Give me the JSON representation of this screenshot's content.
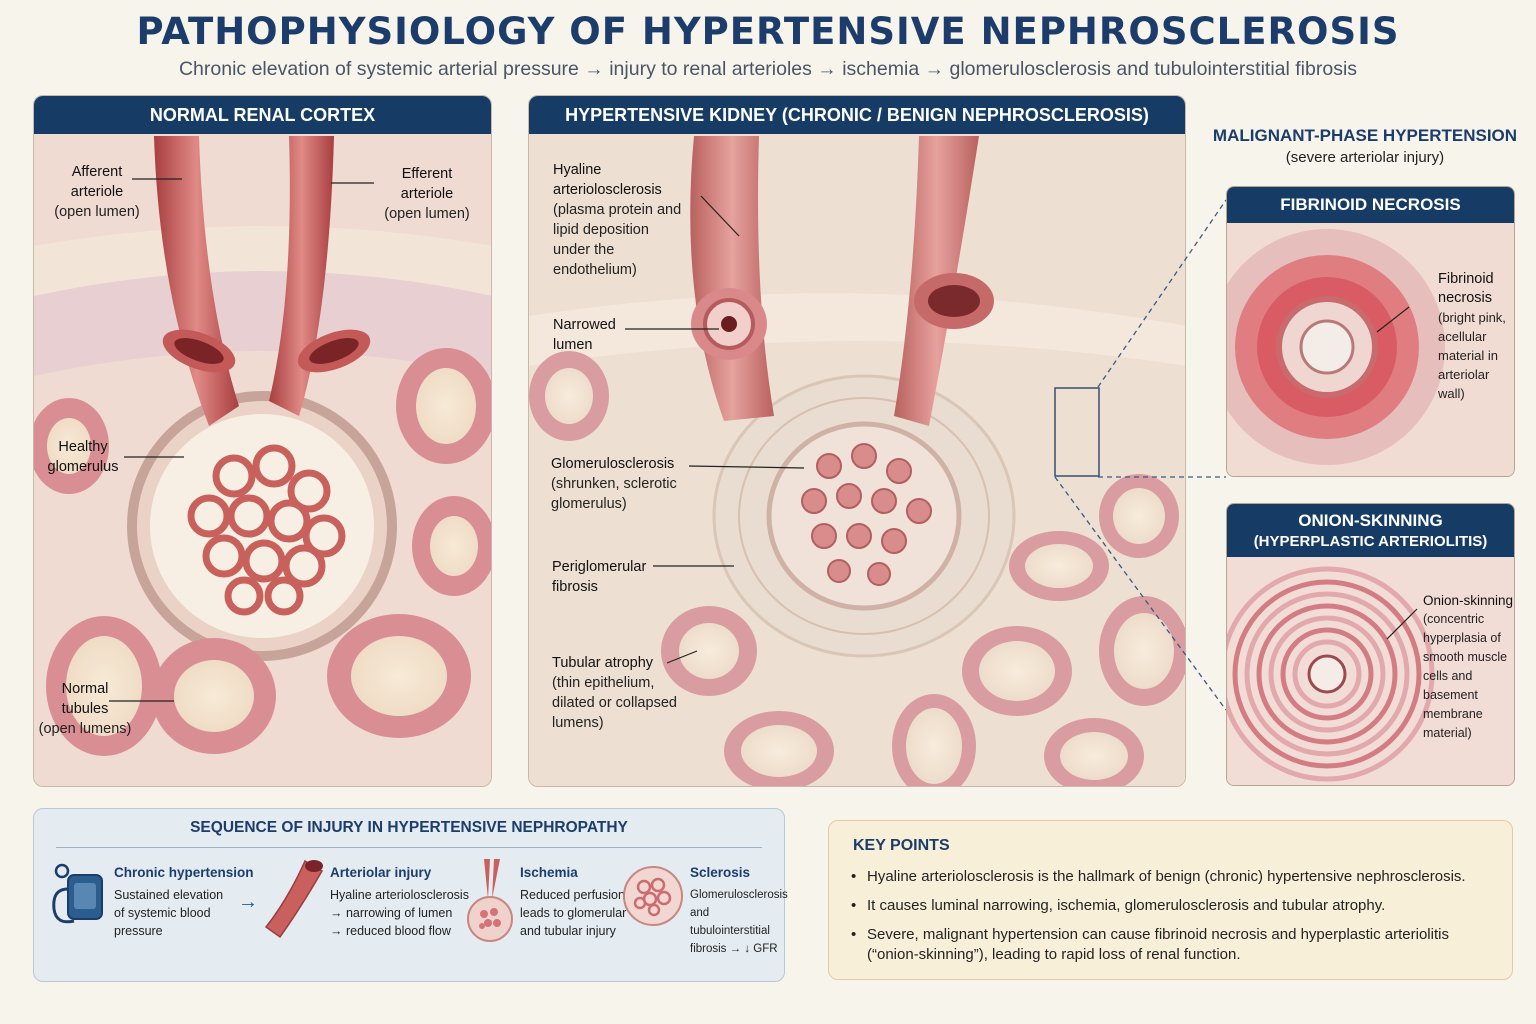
{
  "header": {
    "title": "PATHOPHYSIOLOGY OF HYPERTENSIVE NEPHROSCLEROSIS",
    "subtitle": "Chronic elevation of systemic arterial pressure → injury to renal arterioles → ischemia → glomerulosclerosis and tubulointerstitial fibrosis"
  },
  "normal_panel": {
    "title": "NORMAL RENAL CORTEX",
    "labels": {
      "afferent": [
        "Afferent",
        "arteriole",
        "(open lumen)"
      ],
      "efferent": [
        "Efferent",
        "arteriole",
        "(open lumen)"
      ],
      "glomerulus": [
        "Healthy",
        "glomerulus"
      ],
      "tubules": [
        "Normal",
        "tubules",
        "(open lumens)"
      ]
    }
  },
  "hypertensive_panel": {
    "title": "HYPERTENSIVE KIDNEY (CHRONIC / BENIGN NEPHROSCLEROSIS)",
    "labels": {
      "hyaline": [
        "Hyaline",
        "arteriolosclerosis",
        "(plasma protein and",
        "lipid deposition",
        "under the",
        "endothelium)"
      ],
      "narrowed": [
        "Narrowed",
        "lumen"
      ],
      "glomerulosclerosis": [
        "Glomerulosclerosis",
        "(shrunken, sclerotic",
        "glomerulus)"
      ],
      "periglomerular": [
        "Periglomerular",
        "fibrosis"
      ],
      "tubular": [
        "Tubular atrophy",
        "(thin epithelium,",
        "dilated or collapsed",
        "lumens)"
      ]
    }
  },
  "malignant": {
    "title": "MALIGNANT-PHASE HYPERTENSION",
    "subtitle": "(severe arteriolar injury)",
    "fibrinoid": {
      "title": "FIBRINOID NECROSIS",
      "label": [
        "Fibrinoid",
        "necrosis",
        "(bright pink,",
        "acellular",
        "material in",
        "arteriolar wall)"
      ]
    },
    "onion": {
      "title": "ONION-SKINNING",
      "title2": "(HYPERPLASTIC ARTERIOLITIS)",
      "label": [
        "Onion-skinning",
        "(concentric",
        "hyperplasia of",
        "smooth muscle",
        "cells and",
        "basement",
        "membrane",
        "material)"
      ]
    }
  },
  "sequence": {
    "title": "SEQUENCE OF INJURY IN HYPERTENSIVE NEPHROPATHY",
    "arrow": "→",
    "steps": [
      {
        "title": "Chronic hypertension",
        "desc": [
          "Sustained elevation",
          "of systemic blood",
          "pressure"
        ]
      },
      {
        "title": "Arteriolar injury",
        "desc": [
          "Hyaline arteriolosclerosis",
          "→ narrowing of lumen",
          "→ reduced blood flow"
        ]
      },
      {
        "title": "Ischemia",
        "desc": [
          "Reduced perfusion",
          "leads to glomerular",
          "and tubular injury"
        ]
      },
      {
        "title": "Sclerosis",
        "desc": [
          "Glomerulosclerosis",
          "and tubulointerstitial",
          "fibrosis → ↓ GFR"
        ]
      }
    ]
  },
  "key_points": {
    "title": "KEY POINTS",
    "items": [
      "Hyaline arteriolosclerosis is the hallmark of benign (chronic) hypertensive nephrosclerosis.",
      "It causes luminal narrowing, ischemia, glomerulosclerosis and tubular atrophy.",
      "Severe, malignant hypertension can cause fibrinoid necrosis and hyperplastic arteriolitis (“onion-skinning”), leading to rapid loss of renal function."
    ]
  },
  "colors": {
    "header_navy": "#163c66",
    "title_blue": "#1c3d6b",
    "tissue_pink": "#e8c4c0",
    "vessel_red": "#c9605e",
    "nuclei_purple": "#8a84b8",
    "key_box_bg": "#f8efd9",
    "seq_box_bg": "#e4ecf1"
  }
}
